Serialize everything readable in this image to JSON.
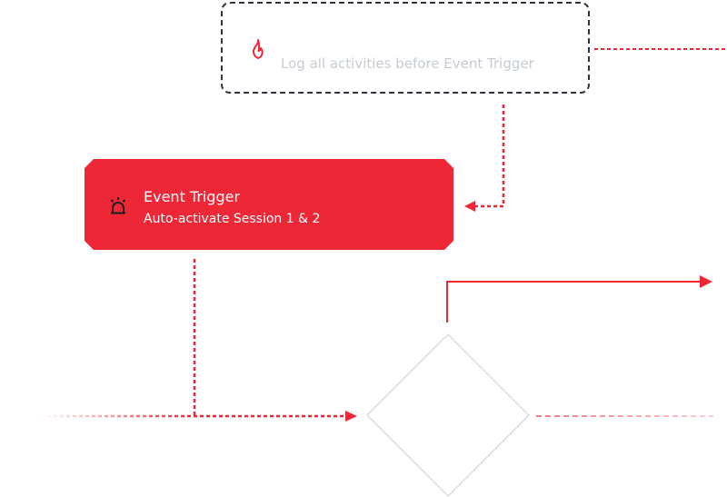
{
  "log_step": {
    "label": "Log all activities before Event Trigger",
    "icon": "fire-icon"
  },
  "event_trigger": {
    "title": "Event Trigger",
    "subtitle": "Auto-activate Session 1 & 2",
    "icon": "alarm-siren-icon"
  },
  "decision": {
    "icon": "diamond-decision"
  },
  "colors": {
    "accent": "#ee2737",
    "dark_border": "#2e3440",
    "muted_text": "#c6ccd4",
    "diamond_stroke": "#d6dde5"
  }
}
